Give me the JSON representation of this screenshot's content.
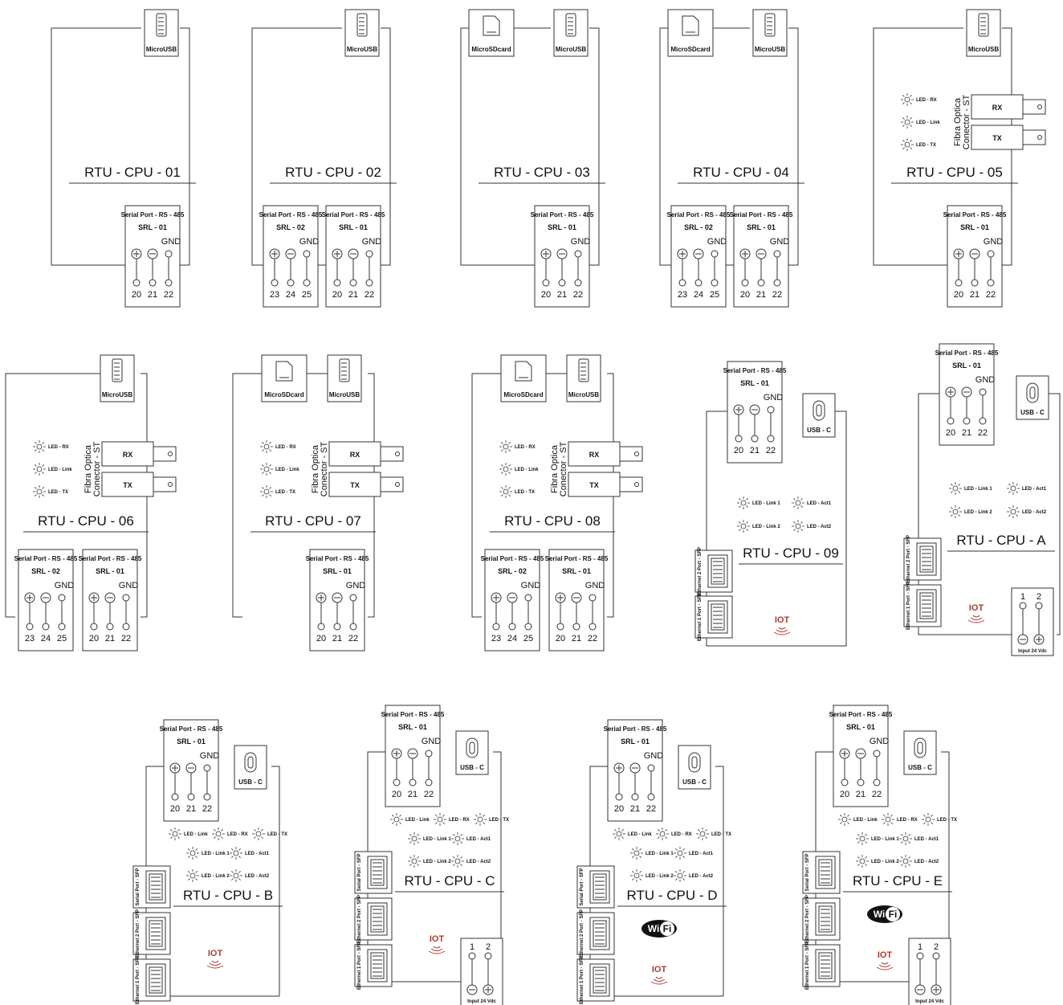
{
  "labels": {
    "microusb": "MicroUSB",
    "microsd": "MicroSDcard",
    "usbc": "USB - C",
    "serial_port": "Serial Port - RS - 485",
    "srl01": "SRL - 01",
    "srl02": "SRL - 02",
    "gnd": "GND",
    "rx": "RX",
    "tx": "TX",
    "fibra1": "Fibra Optica",
    "fibra2": "Conector - ST",
    "led_rx": "LED - RX",
    "led_link": "LED - Link",
    "led_tx": "LED - TX",
    "led_link1": "LED - Link 1",
    "led_link2": "LED - Link 2",
    "led_act1": "LED - Act1",
    "led_act2": "LED - Act2",
    "eth1": "Ethernet 1",
    "eth2": "Ethernet 2",
    "serial": "Serial",
    "port_sfp": "Port - SFP",
    "input24": "Input 24 Vdc",
    "iot": "IOT",
    "wifi_wi": "Wi",
    "wifi_fi": "Fi",
    "pins_a": [
      "20",
      "21",
      "22"
    ],
    "pins_b": [
      "23",
      "24",
      "25"
    ],
    "power_pins": [
      "1",
      "2"
    ]
  },
  "modules": [
    {
      "id": "cpu01",
      "title": "RTU - CPU - 01"
    },
    {
      "id": "cpu02",
      "title": "RTU - CPU - 02"
    },
    {
      "id": "cpu03",
      "title": "RTU - CPU - 03"
    },
    {
      "id": "cpu04",
      "title": "RTU - CPU - 04"
    },
    {
      "id": "cpu05",
      "title": "RTU - CPU - 05"
    },
    {
      "id": "cpu06",
      "title": "RTU - CPU - 06"
    },
    {
      "id": "cpu07",
      "title": "RTU - CPU - 07"
    },
    {
      "id": "cpu08",
      "title": "RTU - CPU - 08"
    },
    {
      "id": "cpu09",
      "title": "RTU - CPU - 09"
    },
    {
      "id": "cpuA",
      "title": "RTU - CPU - A"
    },
    {
      "id": "cpuB",
      "title": "RTU - CPU - B"
    },
    {
      "id": "cpuC",
      "title": "RTU - CPU - C"
    },
    {
      "id": "cpuD",
      "title": "RTU - CPU - D"
    },
    {
      "id": "cpuE",
      "title": "RTU - CPU - E"
    }
  ],
  "colors": {
    "line": "#333333",
    "iot": "#b03a2e",
    "box_fill": "#ffffff"
  }
}
